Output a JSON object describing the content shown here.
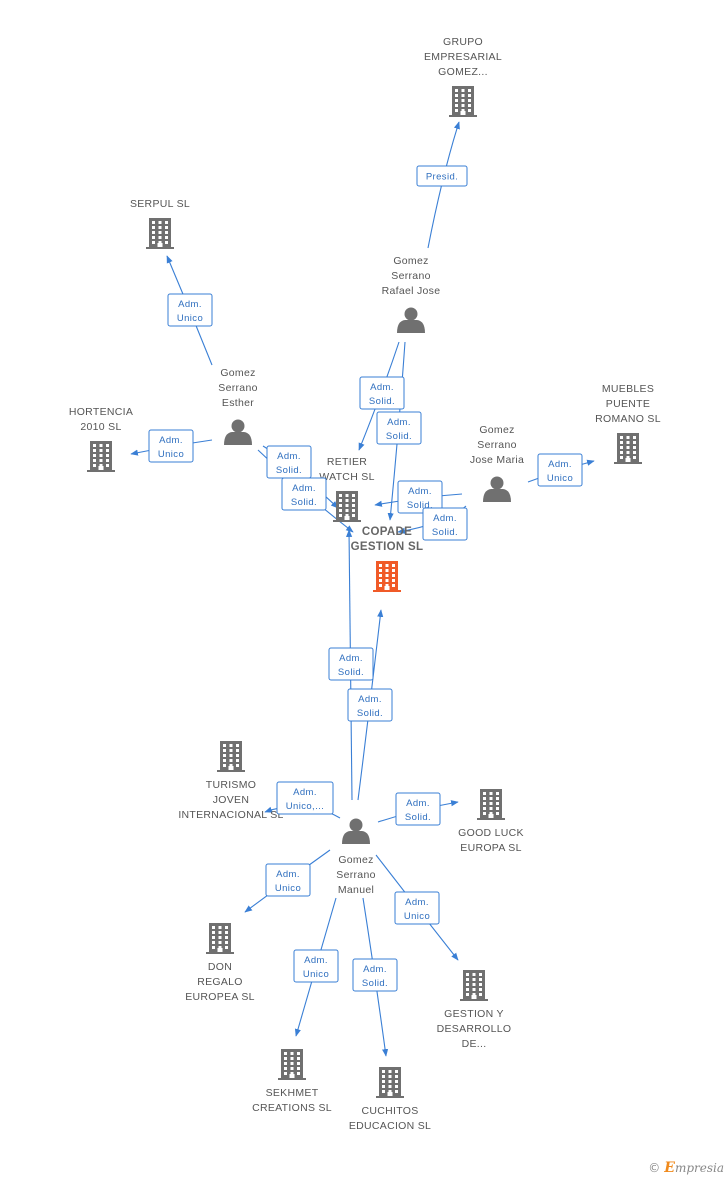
{
  "colors": {
    "edge": "#3a7fd5",
    "icon": "#707070",
    "focus_icon": "#f05a28",
    "box_text": "#2f6fbf"
  },
  "nodes": [
    {
      "id": "grupo",
      "kind": "company",
      "lines": [
        "GRUPO",
        "EMPRESARIAL",
        "GOMEZ..."
      ],
      "focus": false
    },
    {
      "id": "serpul",
      "kind": "company",
      "lines": [
        "SERPUL SL"
      ],
      "focus": false
    },
    {
      "id": "rafael",
      "kind": "person",
      "lines": [
        "Gomez",
        "Serrano",
        "Rafael Jose"
      ],
      "focus": false
    },
    {
      "id": "esther",
      "kind": "person",
      "lines": [
        "Gomez",
        "Serrano",
        "Esther"
      ],
      "focus": false
    },
    {
      "id": "hortencia",
      "kind": "company",
      "lines": [
        "HORTENCIA",
        "2010 SL"
      ],
      "focus": false
    },
    {
      "id": "muebles",
      "kind": "company",
      "lines": [
        "MUEBLES",
        "PUENTE",
        "ROMANO  SL"
      ],
      "focus": false
    },
    {
      "id": "josemaria",
      "kind": "person",
      "lines": [
        "Gomez",
        "Serrano",
        "Jose Maria"
      ],
      "focus": false
    },
    {
      "id": "retier",
      "kind": "company",
      "lines": [
        "RETIER",
        "WATCH SL"
      ],
      "focus": false
    },
    {
      "id": "copade",
      "kind": "company",
      "lines": [
        "COPADE",
        "GESTION SL"
      ],
      "focus": true
    },
    {
      "id": "turismo",
      "kind": "company",
      "lines": [
        "TURISMO",
        "JOVEN",
        "INTERNACIONAL SL"
      ],
      "focus": false
    },
    {
      "id": "goodluck",
      "kind": "company",
      "lines": [
        "GOOD LUCK",
        "EUROPA SL"
      ],
      "focus": false
    },
    {
      "id": "manuel",
      "kind": "person",
      "lines": [
        "Gomez",
        "Serrano",
        "Manuel"
      ],
      "focus": false
    },
    {
      "id": "donregalo",
      "kind": "company",
      "lines": [
        "DON",
        "REGALO",
        "EUROPEA SL"
      ],
      "focus": false
    },
    {
      "id": "gestion",
      "kind": "company",
      "lines": [
        "GESTION Y",
        "DESARROLLO",
        "DE..."
      ],
      "focus": false
    },
    {
      "id": "sekhmet",
      "kind": "company",
      "lines": [
        "SEKHMET",
        "CREATIONS SL"
      ],
      "focus": false
    },
    {
      "id": "cuchitos",
      "kind": "company",
      "lines": [
        "CUCHITOS",
        "EDUCACION SL"
      ],
      "focus": false
    }
  ],
  "edges": [
    {
      "from": "rafael",
      "to": "grupo",
      "label": [
        "Presid."
      ]
    },
    {
      "from": "esther",
      "to": "serpul",
      "label": [
        "Adm.",
        "Unico"
      ]
    },
    {
      "from": "esther",
      "to": "hortencia",
      "label": [
        "Adm.",
        "Unico"
      ]
    },
    {
      "from": "esther",
      "to": "retier",
      "label": [
        "Adm.",
        "Solid."
      ]
    },
    {
      "from": "esther",
      "to": "copade",
      "label": [
        "Adm.",
        "Solid."
      ]
    },
    {
      "from": "rafael",
      "to": "retier",
      "label": [
        "Adm.",
        "Solid."
      ]
    },
    {
      "from": "rafael",
      "to": "copade",
      "label": [
        "Adm.",
        "Solid."
      ]
    },
    {
      "from": "josemaria",
      "to": "muebles",
      "label": [
        "Adm.",
        "Unico"
      ]
    },
    {
      "from": "josemaria",
      "to": "retier",
      "label": [
        "Adm.",
        "Solid."
      ]
    },
    {
      "from": "josemaria",
      "to": "copade",
      "label": [
        "Adm.",
        "Solid."
      ]
    },
    {
      "from": "manuel",
      "to": "retier",
      "label": [
        "Adm.",
        "Solid."
      ]
    },
    {
      "from": "manuel",
      "to": "copade",
      "label": [
        "Adm.",
        "Solid."
      ]
    },
    {
      "from": "manuel",
      "to": "turismo",
      "label": [
        "Adm.",
        "Unico,..."
      ]
    },
    {
      "from": "manuel",
      "to": "goodluck",
      "label": [
        "Adm.",
        "Solid."
      ]
    },
    {
      "from": "manuel",
      "to": "donregalo",
      "label": [
        "Adm.",
        "Unico"
      ]
    },
    {
      "from": "manuel",
      "to": "gestion",
      "label": [
        "Adm.",
        "Unico"
      ]
    },
    {
      "from": "manuel",
      "to": "sekhmet",
      "label": [
        "Adm.",
        "Unico"
      ]
    },
    {
      "from": "manuel",
      "to": "cuchitos",
      "label": [
        "Adm.",
        "Solid."
      ]
    }
  ],
  "watermark": {
    "copyright": "©",
    "brand_initial": "E",
    "brand_rest": "mpresia"
  }
}
